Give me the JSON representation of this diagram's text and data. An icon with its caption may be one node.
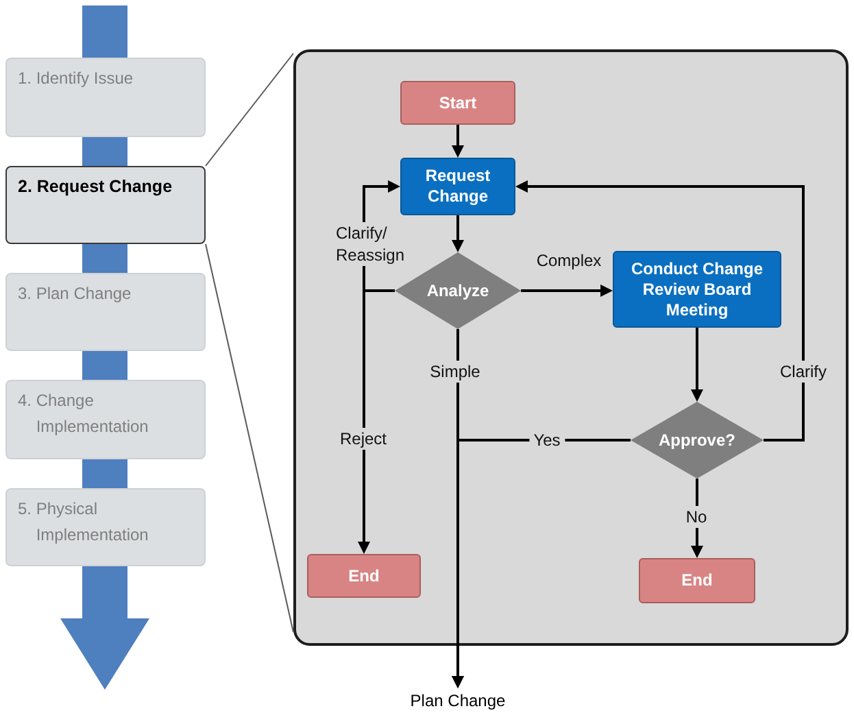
{
  "diagram": {
    "nodes": [
      {
        "text": [
          "1. Identify Issue"
        ]
      },
      {
        "text": [
          "2. Request Change"
        ]
      },
      {
        "text": [
          "3. Plan Change"
        ]
      },
      {
        "text": [
          "4. Change Implementation"
        ]
      },
      {
        "text": [
          "5. Physical Implementation"
        ]
      },
      {
        "text": [],
        "shape": "box"
      },
      {
        "text": [
          "Start"
        ],
        "in": 5
      },
      {
        "text": [
          "Request Change"
        ],
        "in": 5
      },
      {
        "text": [
          "Analyze"
        ],
        "in": 5
      },
      {
        "text": [
          "Conduct Change Review Board Meeting"
        ],
        "in": 5
      },
      {
        "text": [
          "Approve?"
        ],
        "in": 5
      },
      {
        "text": [
          "End"
        ],
        "in": 5
      },
      {
        "text": [
          "End"
        ],
        "in": 5
      },
      {
        "text": [
          "Plan Change"
        ]
      }
    ],
    "edges": [
      {
        "from": 6,
        "to": 7,
        "arrow": "to"
      },
      {
        "from": 7,
        "to": 8,
        "arrow": "to"
      },
      {
        "from": 8,
        "to": 9,
        "arrow": "to",
        "label": "Complex"
      },
      {
        "from": 8,
        "to": 7,
        "arrow": "to",
        "label": "Clarify/ Reassign"
      },
      {
        "from": 8,
        "to": 11,
        "arrow": "to",
        "label": "Reject"
      },
      {
        "from": 8,
        "to": 13,
        "arrow": "to",
        "label": "Simple"
      },
      {
        "from": 9,
        "to": 10,
        "arrow": "to"
      },
      {
        "from": 10,
        "to": 13,
        "arrow": "to",
        "label": "Yes"
      },
      {
        "from": 10,
        "to": 7,
        "arrow": "to",
        "label": "Clarify"
      },
      {
        "from": 10,
        "to": 12,
        "arrow": "to",
        "label": "No"
      },
      {
        "from": 1,
        "to": 5,
        "arrow": "none",
        "color": "#595959"
      },
      {
        "from": 1,
        "to": 5,
        "arrow": "none",
        "color": "#595959"
      }
    ]
  }
}
